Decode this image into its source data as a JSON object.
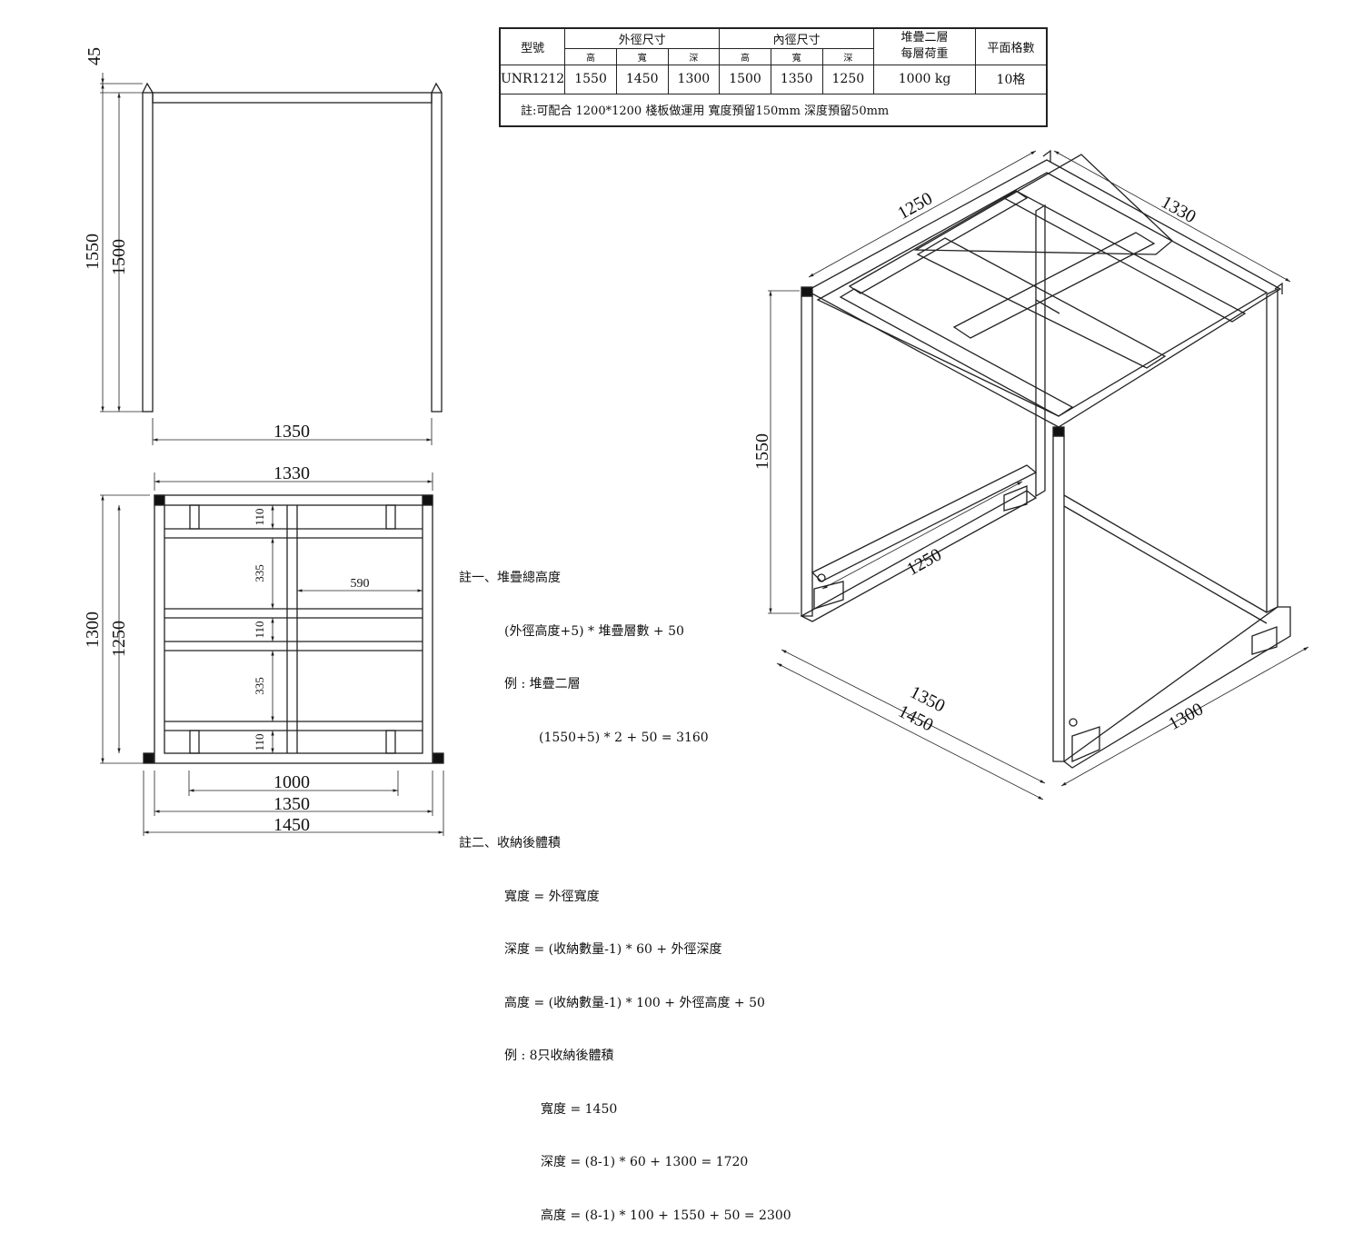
{
  "table": {
    "col_model": "型號",
    "col_outer": "外徑尺寸",
    "col_inner": "內徑尺寸",
    "col_stack": "堆疊二層\n每層荷重",
    "col_grid": "平面格數",
    "sub_h": "高",
    "sub_w": "寬",
    "sub_d": "深",
    "row": {
      "model": "UNR1212",
      "outer_h": "1550",
      "outer_w": "1450",
      "outer_d": "1300",
      "inner_h": "1500",
      "inner_w": "1350",
      "inner_d": "1250",
      "load": "1000 kg",
      "grid": "10格"
    },
    "note": "註:可配合 1200*1200 棧板做運用 寬度預留150mm 深度預留50mm"
  },
  "front_view": {
    "dim_top": "45",
    "dim_outer_h": "1550",
    "dim_inner_h": "1500",
    "dim_inner_w": "1350"
  },
  "top_view": {
    "dim_top": "1330",
    "dim_outer_d": "1300",
    "dim_inner_d": "1250",
    "dim_110_a": "110",
    "dim_335_a": "335",
    "dim_110_b": "110",
    "dim_335_b": "335",
    "dim_110_c": "110",
    "dim_590": "590",
    "dim_1000": "1000",
    "dim_1350": "1350",
    "dim_1450": "1450"
  },
  "notes": {
    "n1_title": "註一、堆疊總高度",
    "n1_formula": "(外徑高度+5) * 堆疊層數 + 50",
    "n1_example_label": "例 : 堆疊二層",
    "n1_example": "(1550+5) * 2 + 50 = 3160",
    "n2_title": "註二、收納後體積",
    "n2_width": "寬度 = 外徑寬度",
    "n2_depth": "深度 = (收納數量-1) * 60 + 外徑深度",
    "n2_height": "高度 = (收納數量-1) * 100 + 外徑高度 + 50",
    "n2_example_label": "例 : 8只收納後體積",
    "n2_ex_w": "寬度 = 1450",
    "n2_ex_d": "深度 = (8-1) * 60 + 1300 = 1720",
    "n2_ex_h": "高度 = (8-1) * 100 + 1550 + 50 = 2300"
  },
  "iso_view": {
    "dim_top_left": "1250",
    "dim_top_right": "1330",
    "dim_height": "1550",
    "dim_inner_1250": "1250",
    "dim_1350": "1350",
    "dim_1450": "1450",
    "dim_1300": "1300"
  }
}
